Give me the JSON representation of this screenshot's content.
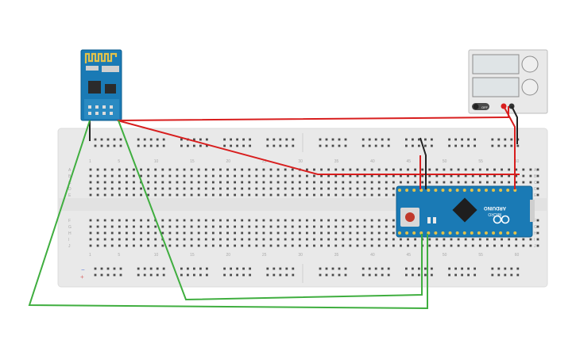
{
  "breadboard": {
    "column_numbers": [
      "1",
      "5",
      "10",
      "15",
      "20",
      "25",
      "30",
      "35",
      "40",
      "45",
      "50",
      "55",
      "60"
    ],
    "row_letters_top": [
      "A",
      "B",
      "C",
      "D",
      "E"
    ],
    "row_letters_bottom": [
      "F",
      "G",
      "H",
      "I",
      "J"
    ],
    "rail_minus": "−",
    "rail_plus": "+"
  },
  "power_supply": {
    "off_label": "OFF"
  },
  "arduino": {
    "brand": "ARDUINO",
    "model": "MICRO"
  },
  "colors": {
    "wire_red": "#d81e1e",
    "wire_green": "#3fae3f",
    "wire_black": "#222222",
    "board_blue": "#1a7ab5",
    "breadboard": "#e8e8e8"
  }
}
